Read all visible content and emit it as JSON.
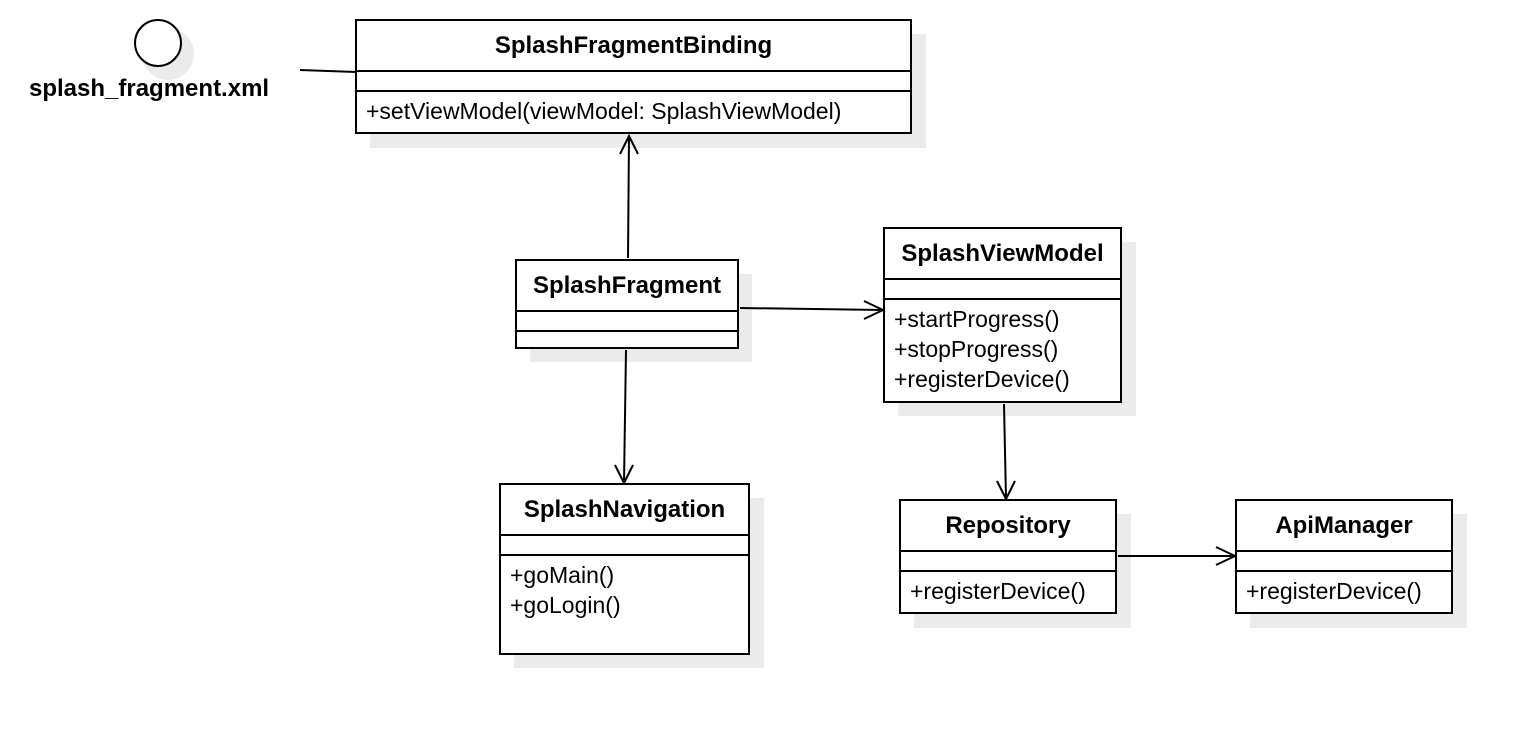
{
  "interface": {
    "label": "splash_fragment.xml"
  },
  "classes": {
    "binding": {
      "name": "SplashFragmentBinding",
      "ops": [
        "+setViewModel(viewModel: SplashViewModel)"
      ]
    },
    "fragment": {
      "name": "SplashFragment",
      "ops": []
    },
    "viewmodel": {
      "name": "SplashViewModel",
      "ops": [
        "+startProgress()",
        "+stopProgress()",
        "+registerDevice()"
      ]
    },
    "navigation": {
      "name": "SplashNavigation",
      "ops": [
        "+goMain()",
        "+goLogin()"
      ]
    },
    "repository": {
      "name": "Repository",
      "ops": [
        "+registerDevice()"
      ]
    },
    "apimanager": {
      "name": "ApiManager",
      "ops": [
        "+registerDevice()"
      ]
    }
  },
  "colors": {
    "line": "#000000",
    "fill": "#ffffff",
    "shadow": "#ebebeb"
  }
}
